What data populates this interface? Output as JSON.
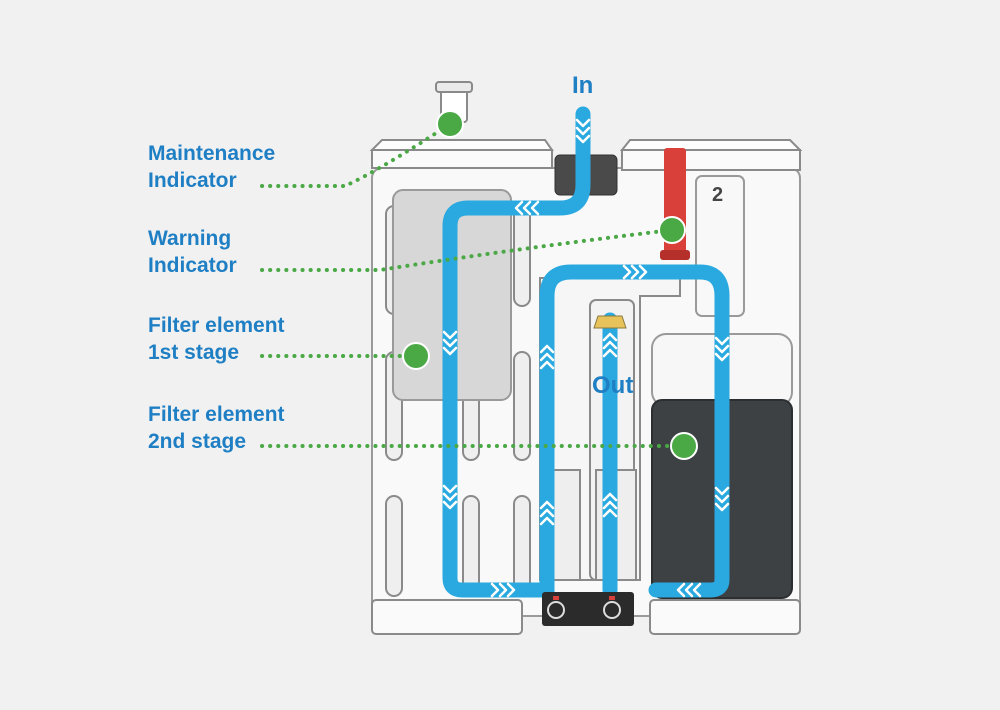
{
  "diagram": {
    "flow_in_label": "In",
    "flow_out_label": "Out",
    "stage_number": "2",
    "callouts": [
      {
        "id": "maintenance",
        "line1": "Maintenance",
        "line2": "Indicator"
      },
      {
        "id": "warning",
        "line1": "Warning",
        "line2": "Indicator"
      },
      {
        "id": "filter1",
        "line1": "Filter element",
        "line2": "1st stage"
      },
      {
        "id": "filter2",
        "line1": "Filter element",
        "line2": "2nd stage"
      }
    ]
  },
  "colors": {
    "background": "#f1f1f1",
    "label_blue": "#1f7fc4",
    "flow_blue": "#29a9e0",
    "marker_green": "#4aa845",
    "leader_green": "#4aa845",
    "housing_outline": "#8a8a8a",
    "cartridge_dark": "#3d4144",
    "warning_red": "#d9403a",
    "control_panel": "#2b2b2b"
  }
}
